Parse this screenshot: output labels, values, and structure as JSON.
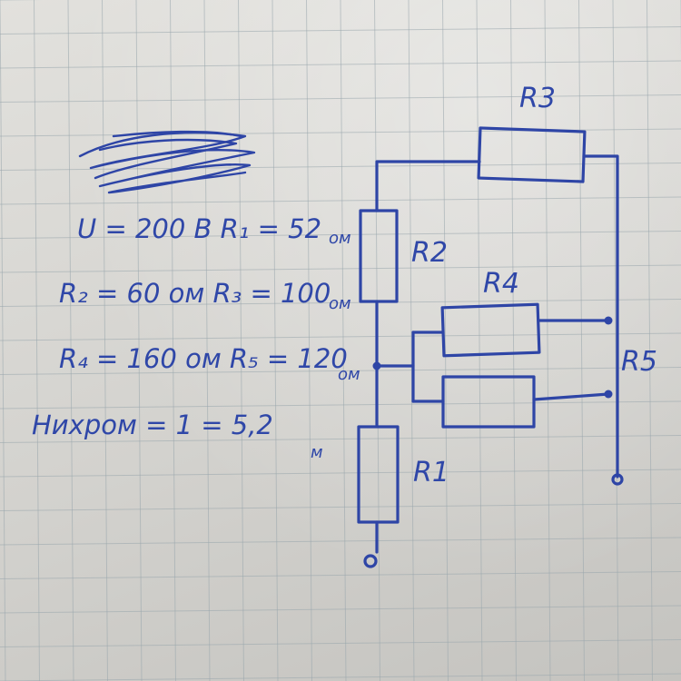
{
  "given": {
    "line1": "U = 200 B  R₁ = 52",
    "line1_unit": "ом",
    "line2": "R₂ = 60 ом R₃ = 100",
    "line2_unit": "ом",
    "line3": "R₄ = 160 ом R₅ = 120",
    "line3_unit": "ом",
    "line4": "Нихром = 1 = 5,2",
    "line4_unit": "м"
  },
  "labels": {
    "r1": "R1",
    "r2": "R2",
    "r3": "R3",
    "r4": "R4",
    "r5": "R5"
  }
}
